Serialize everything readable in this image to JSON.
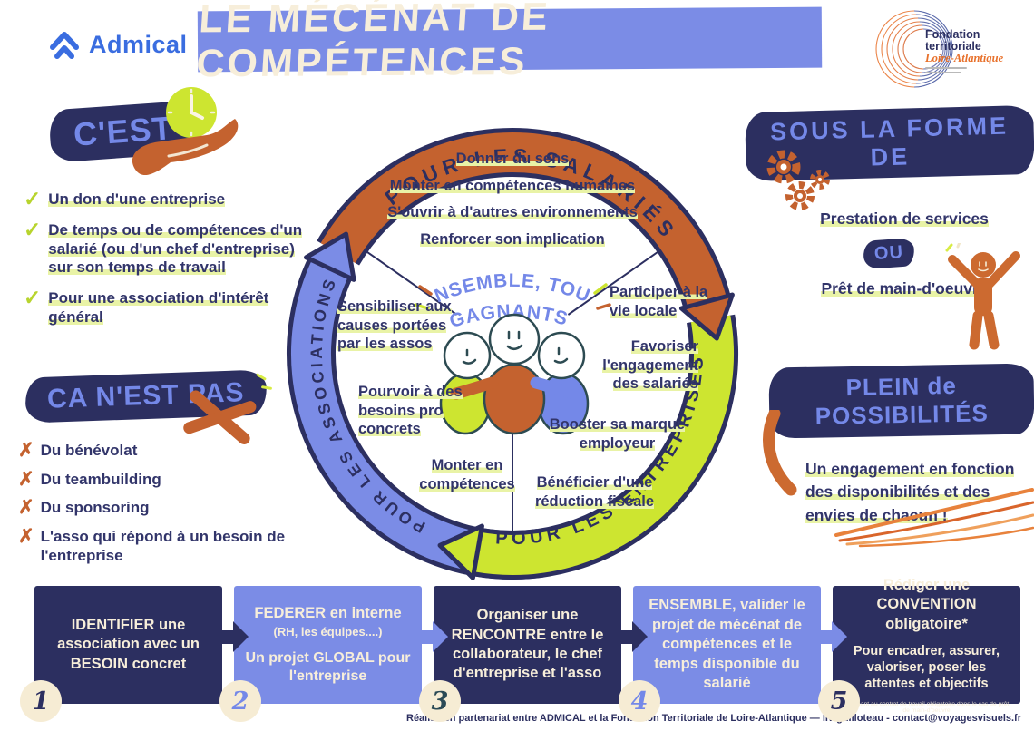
{
  "header": {
    "admical": "Admical",
    "title": "LE MÉCÉNAT DE COMPÉTENCES",
    "fondation": {
      "line1": "Fondation",
      "line2": "territoriale",
      "line3": "Loire-Atlantique"
    }
  },
  "cest": {
    "title": "C'EST",
    "items": [
      "Un don d'une entreprise",
      "De temps ou de compétences d'un salarié (ou d'un chef d'entreprise) sur son temps de travail",
      "Pour une association d'intérêt général"
    ]
  },
  "ca_nest_pas": {
    "title": "CA N'EST PAS",
    "items": [
      "Du bénévolat",
      "Du teambuilding",
      "Du sponsoring",
      "L'asso qui répond à un besoin de l'entreprise"
    ]
  },
  "circle": {
    "center_line1": "ENSEMBLE, TOUS",
    "center_line2": "GAGNANTS!",
    "salaries": {
      "label": "POUR LES SALARIÉS",
      "items": [
        "Donner du sens",
        "Monter en compétences humaines",
        "S'ouvrir à d'autres environnements",
        "Renforcer son implication"
      ]
    },
    "associations": {
      "label": "POUR LES ASSOCIATIONS",
      "items": [
        "Sensibiliser aux causes portées par les assos",
        "Pourvoir à des besoins pro concrets",
        "Monter en compétences"
      ]
    },
    "entreprises": {
      "label": "POUR LES ENTREPRISES",
      "items": [
        "Participer à la vie locale",
        "Favoriser l'engagement des salariés",
        "Booster sa marque employeur",
        "Bénéficier d'une réduction fiscale"
      ]
    }
  },
  "forme": {
    "title": "SOUS LA FORME DE",
    "option1": "Prestation de services",
    "ou": "OU",
    "option2": "Prêt de main-d'oeuvre"
  },
  "possibilites": {
    "title": "PLEIN de POSSIBILITÉS",
    "text": "Un engagement en fonction des disponibilités et des envies de chacun !"
  },
  "steps": [
    {
      "num": "1",
      "text": "IDENTIFIER une association avec un BESOIN concret"
    },
    {
      "num": "2",
      "title": "FEDERER en interne",
      "subtitle": "(RH, les équipes....)",
      "body": "Un projet GLOBAL pour l'entreprise"
    },
    {
      "num": "3",
      "text": "Organiser une RENCONTRE entre le collaborateur, le chef d'entreprise et l'asso"
    },
    {
      "num": "4",
      "text": "ENSEMBLE, valider le projet de mécénat de compétences et le temps disponible du salarié"
    },
    {
      "num": "5",
      "title": "Rédiger une CONVENTION obligatoire*",
      "body": "Pour encadrer, assurer, valoriser, poser les attentes et objectifs",
      "footnote": "*Avenant au contrat de travail obligatoire dans le cas de prêt de main-d'oeuvre"
    }
  ],
  "footer": "Réalisé en partenariat entre ADMICAL et la Fondation Territoriale de Loire-Atlantique — liv guilloteau - contact@voyagesvisuels.fr",
  "colors": {
    "navy": "#2c2f60",
    "periwinkle": "#7b8ce6",
    "orange": "#c4622f",
    "chartreuse": "#cde530",
    "cream": "#f7eeda",
    "highlight": "#e9f3a6",
    "admical_blue": "#3a6de0",
    "fondation_orange": "#e8702a"
  }
}
